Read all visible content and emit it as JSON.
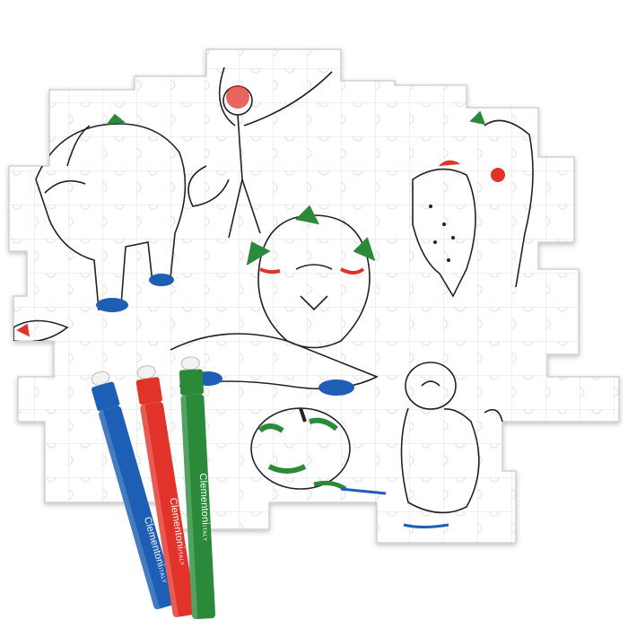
{
  "image": {
    "subject": "Clementoni coloring jigsaw puzzle with markers",
    "colors": {
      "blue": "#1d5fb4",
      "red": "#e2332a",
      "green": "#2a8a3a",
      "puzzle": "#ffffff",
      "ink": "#222222"
    }
  },
  "markers": [
    {
      "brand": "Clementoni",
      "origin": "ITALY",
      "color": "#1d5fb4"
    },
    {
      "brand": "Clementoni",
      "origin": "ITALY",
      "color": "#e2332a"
    },
    {
      "brand": "Clementoni",
      "origin": "ITALY",
      "color": "#2a8a3a"
    }
  ]
}
